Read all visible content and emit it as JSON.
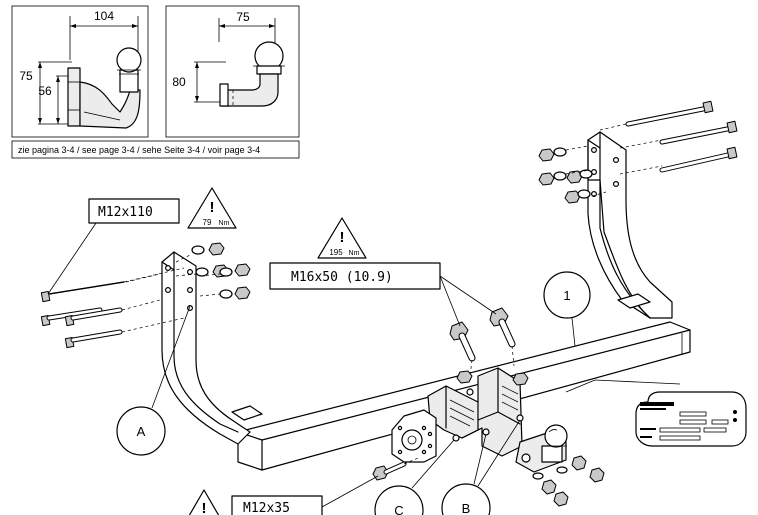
{
  "inset_side": {
    "dim_width": "104",
    "dim_height_outer": "75",
    "dim_height_inner": "56"
  },
  "inset_front": {
    "dim_width": "75",
    "dim_height": "80"
  },
  "reference_note": "zie pagina 3-4 / see page 3-4 / sehe Seite 3-4 / voir page 3-4",
  "callouts": {
    "bolt_m12x110": "M12x110",
    "bolt_m16x50": "M16x50 (10.9)",
    "bolt_m12x35": "M12x35",
    "torque_79": "79",
    "torque_195": "195",
    "torque_unit": "Nm",
    "warning_mark": "!"
  },
  "labels": {
    "part_1": "1",
    "part_a": "A",
    "part_b": "B",
    "part_c": "C"
  }
}
